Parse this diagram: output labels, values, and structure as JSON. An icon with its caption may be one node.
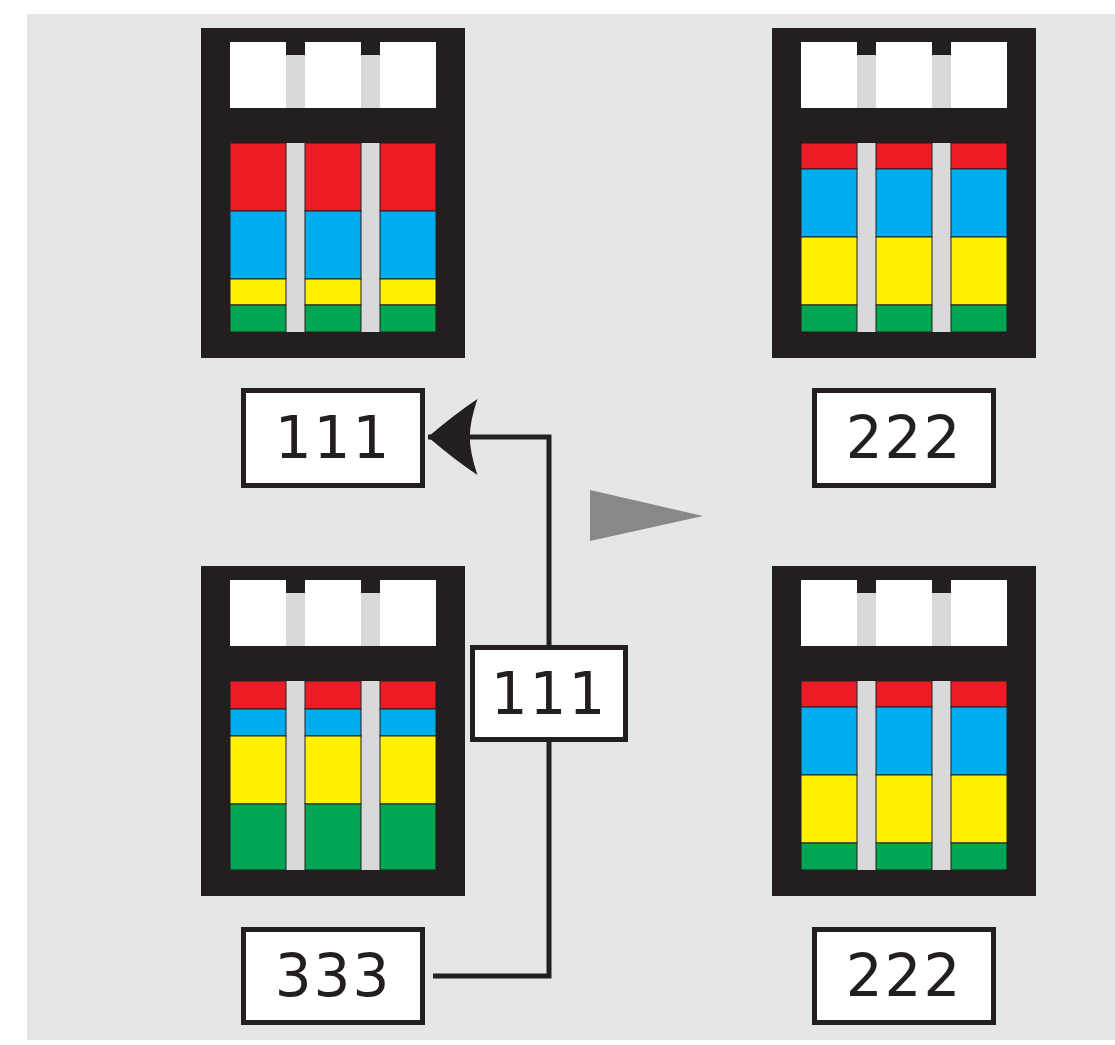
{
  "diagram": {
    "nodes": [
      {
        "text": [
          "111"
        ]
      },
      {
        "text": [
          "222"
        ]
      },
      {
        "text": [
          "111"
        ]
      },
      {
        "text": [
          "333"
        ]
      },
      {
        "text": [
          "222"
        ]
      }
    ],
    "edges": [
      {
        "from": 3,
        "to": 2,
        "arrow": "none"
      },
      {
        "from": 2,
        "to": 0,
        "arrow": "to"
      }
    ]
  }
}
